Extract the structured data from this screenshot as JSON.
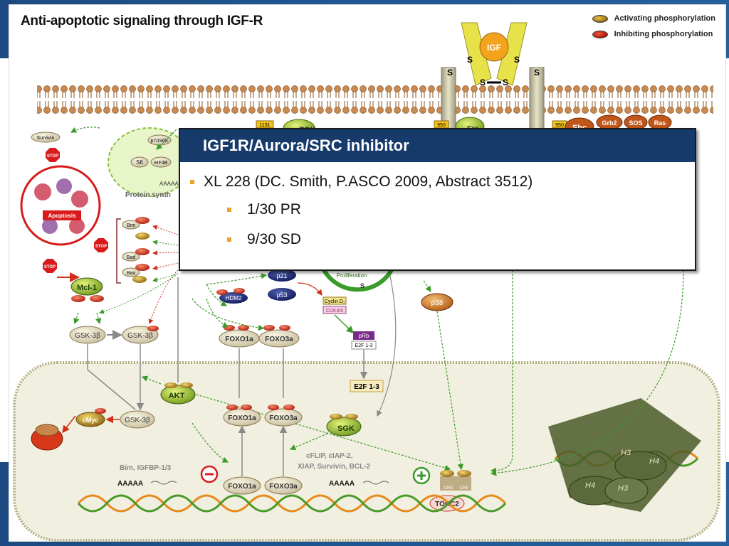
{
  "figure": {
    "title": "Anti-apoptotic signaling through IGF-R",
    "legend": {
      "activating": "Activating phosphorylation",
      "inhibiting": "Inhibiting phosphorylation"
    }
  },
  "diagram_labels": {
    "igf": "IGF",
    "s": "S",
    "pdk": "PDK",
    "src": "Src",
    "shc": "Shc",
    "grb2": "Grb2",
    "sos": "SOS",
    "ras": "Ras",
    "res950a": "950",
    "res950b": "950",
    "res1131": "1131",
    "survivin": "Survivin",
    "stop": "STOP",
    "apoptosis": "Apoptosis",
    "p70s6k": "p70S6K",
    "s6": "S6",
    "eif4b": "eIF4B",
    "aaaaa": "AAAAA",
    "protein_synthesis": "Protein synth",
    "bim": "Bim",
    "bad": "Bad",
    "bax": "Bax",
    "mcl1": "Mcl-1",
    "gsk3b": "GSK-3β",
    "p21": "p21",
    "p53": "p53",
    "hdm2": "HDM2",
    "proliferation": "Proliferation",
    "cyclin_d1": "Cyclin D₁",
    "cdk46": "CDK4/6",
    "prb": "pRb",
    "e2f13": "E2F 1-3",
    "p38": "p38",
    "foxo1a": "FOXO1a",
    "foxo3a": "FOXO3a",
    "akt": "AKT",
    "sgk": "SGK",
    "cmyc": "cMyc",
    "bim_igfbp": "Bim, IGFBP-1/3",
    "cflip_list": "cFLIP, cIAP-2,",
    "xiap_list": "XIAP, Survivin, BCL-2",
    "cre": "CRE",
    "torc2": "TORC2",
    "h3": "H3",
    "h4": "H4"
  },
  "callout": {
    "header": "IGF1R/Aurora/SRC inhibitor",
    "main_bullet": "XL 228 (DC. Smith, P.ASCO 2009, Abstract 3512)",
    "sub_bullets": [
      "1/30 PR",
      "9/30 SD"
    ]
  },
  "colors": {
    "band": "#1f5590",
    "callout_header": "#163a6a",
    "bullet": "#f0a12b",
    "activating": "#f1c43f",
    "inhibiting": "#d0301a",
    "dna_orange": "#e8891c",
    "dna_green": "#4a9a2a"
  }
}
